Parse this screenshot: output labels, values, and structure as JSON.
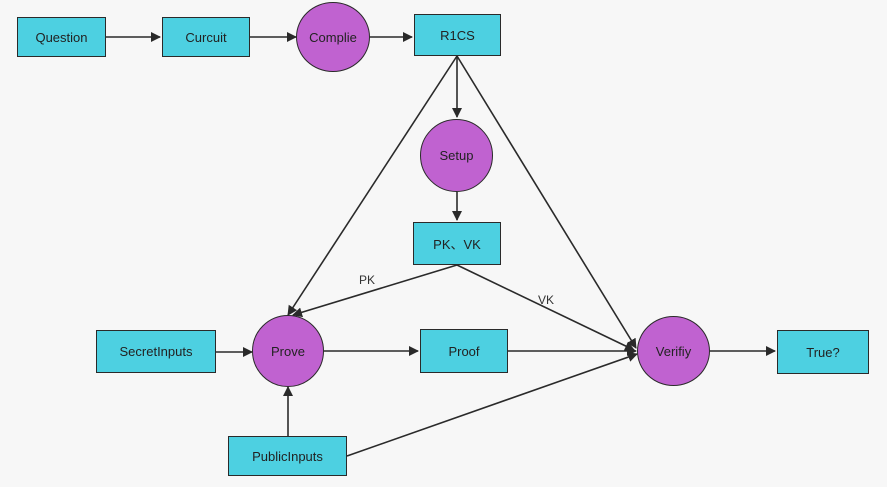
{
  "colors": {
    "rect_fill": "#4dd0e1",
    "circle_fill": "#c062d0",
    "stroke": "#2a2a2a",
    "background": "#f7f7f7"
  },
  "nodes": {
    "question": "Question",
    "curcuit": "Curcuit",
    "complie": "Complie",
    "r1cs": "R1CS",
    "setup": "Setup",
    "pk_vk": "PK、VK",
    "secret_inputs": "SecretInputs",
    "prove": "Prove",
    "proof": "Proof",
    "verifiy": "Verifiy",
    "true_q": "True?",
    "public_inputs": "PublicInputs"
  },
  "edge_labels": {
    "pk": "PK",
    "vk": "VK"
  }
}
